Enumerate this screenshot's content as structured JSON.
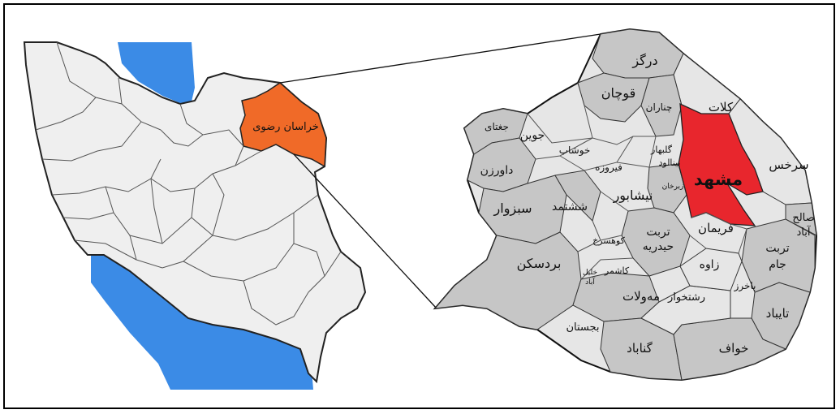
{
  "colors": {
    "land": "#efefef",
    "water": "#3b8be6",
    "province_highlight": "#f06a28",
    "capital_highlight": "#e8262d",
    "county_dark": "#c6c6c6",
    "county_light": "#e6e6e6",
    "border": "#333333"
  },
  "iran_map": {
    "highlight_label": "خراسان رضوی"
  },
  "province_map": {
    "counties": [
      {
        "key": "dargaz",
        "label": "درگز"
      },
      {
        "key": "quchan",
        "label": "قوچان"
      },
      {
        "key": "chenaran",
        "label": "چناران"
      },
      {
        "key": "kalat",
        "label": "کلات"
      },
      {
        "key": "jaghatai",
        "label": "جغتای"
      },
      {
        "key": "joveyn",
        "label": "جوین"
      },
      {
        "key": "khoshab",
        "label": "خوشاب"
      },
      {
        "key": "golbahar",
        "label": "گلبهار"
      },
      {
        "key": "firuzeh",
        "label": "فیروزه"
      },
      {
        "key": "binalud",
        "label": "بینالود"
      },
      {
        "key": "davarzan",
        "label": "داورزن"
      },
      {
        "key": "sarakhs",
        "label": "سرخس"
      },
      {
        "key": "mashhad",
        "label": "مشهد"
      },
      {
        "key": "zebarkhan",
        "label": "زبرخان"
      },
      {
        "key": "neyshabur",
        "label": "نیشابور"
      },
      {
        "key": "sabzevar",
        "label": "سبزوار"
      },
      {
        "key": "sheshtamad",
        "label": "ششتمد"
      },
      {
        "key": "salehabad1",
        "label": "صالح"
      },
      {
        "key": "salehabad2",
        "label": "آباد"
      },
      {
        "key": "fariman",
        "label": "فریمان"
      },
      {
        "key": "torbat_h1",
        "label": "تربت"
      },
      {
        "key": "torbat_h2",
        "label": "حیدریه"
      },
      {
        "key": "kuhsorkh",
        "label": "کوهسرخ"
      },
      {
        "key": "torbat_j1",
        "label": "تربت"
      },
      {
        "key": "torbat_j2",
        "label": "جام"
      },
      {
        "key": "bardaskan",
        "label": "بردسکن"
      },
      {
        "key": "zaveh",
        "label": "زاوه"
      },
      {
        "key": "kashmar",
        "label": "کاشمر"
      },
      {
        "key": "khalilabad1",
        "label": "خلیل"
      },
      {
        "key": "khalilabad2",
        "label": "آباد"
      },
      {
        "key": "bakharz",
        "label": "باخرز"
      },
      {
        "key": "mahvelat",
        "label": "مه‌ولات"
      },
      {
        "key": "roshtkhar",
        "label": "رشتخوار"
      },
      {
        "key": "taybad",
        "label": "تایباد"
      },
      {
        "key": "bajestan",
        "label": "بجستان"
      },
      {
        "key": "gonabad",
        "label": "گناباد"
      },
      {
        "key": "khaf",
        "label": "خواف"
      }
    ]
  }
}
